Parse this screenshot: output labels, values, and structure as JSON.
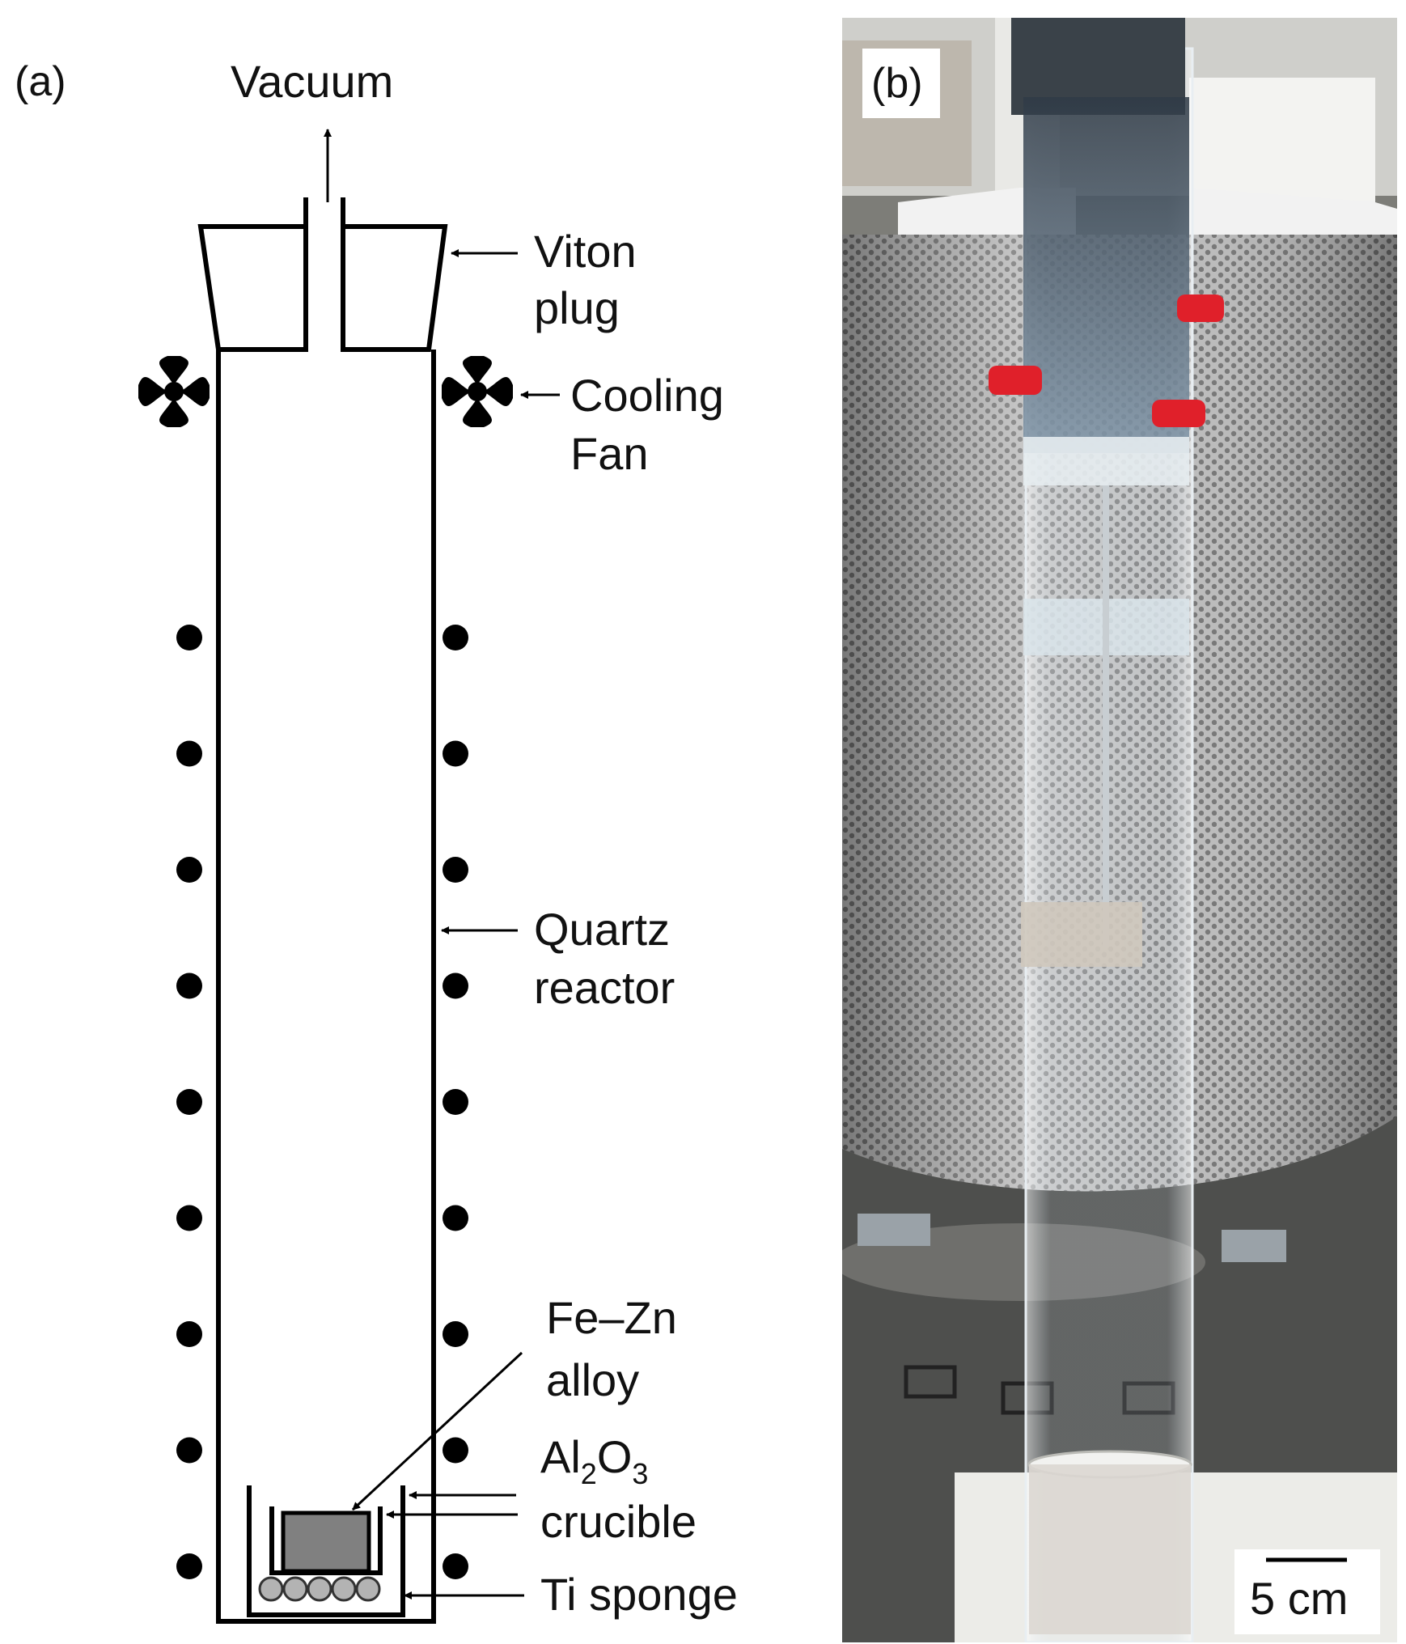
{
  "panel_a": {
    "tag": "(a)",
    "labels": {
      "vacuum": "Vacuum",
      "viton_1": "Viton",
      "viton_2": "plug",
      "cooling_1": "Cooling",
      "cooling_2": "Fan",
      "quartz_1": "Quartz",
      "quartz_2": "reactor",
      "fezn_1": "Fe–Zn",
      "fezn_2": "alloy",
      "al2o3_al": "Al",
      "al2o3_2": "2",
      "al2o3_o": "O",
      "al2o3_3": "3",
      "crucible": "crucible",
      "ti": "Ti sponge"
    },
    "heater_rows": 9,
    "ti_pellets": 5
  },
  "panel_b": {
    "tag": "(b)",
    "scale_bar": "5 cm"
  },
  "colors": {
    "line": "#000000",
    "alloy": "#808080",
    "pellet": "#b3b3b3",
    "cap_red": "#e0202a",
    "furnace": "#9a9a9a"
  }
}
